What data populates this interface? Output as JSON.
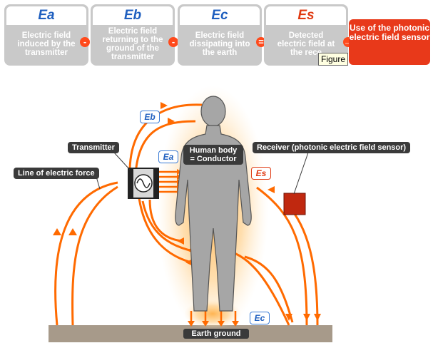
{
  "header": {
    "boxes": [
      {
        "symbol": "Ea",
        "description": "Electric field induced by the transmitter"
      },
      {
        "symbol": "Eb",
        "description": "Electric field returning to the ground of the transmitter"
      },
      {
        "symbol": "Ec",
        "description": "Electric field dissipating into the earth"
      },
      {
        "symbol": "Es",
        "description": "Detected electric field at the rece"
      }
    ],
    "operators": [
      "-",
      "-",
      "=",
      "→"
    ],
    "result": "Use of the photonic electric field sensor",
    "tooltip": "Figure"
  },
  "diagram": {
    "transmitter": "Transmitter",
    "receiver": "Receiver (photonic electric field sensor)",
    "line_of_force": "Line of electric force",
    "human_body": "Human body\n= Conductor",
    "ground": "Earth ground",
    "tags": {
      "ea": "Ea",
      "eb": "Eb",
      "ec": "Ec",
      "es": "Es"
    }
  },
  "colors": {
    "accent": "#ff6a00",
    "symbol_blue": "#1f5fbf",
    "symbol_red": "#e03a12",
    "panel_gray": "#c9c9c9",
    "result_red": "#e8391a",
    "receiver_red": "#c0280f",
    "ground_brown": "#a79a8a"
  }
}
